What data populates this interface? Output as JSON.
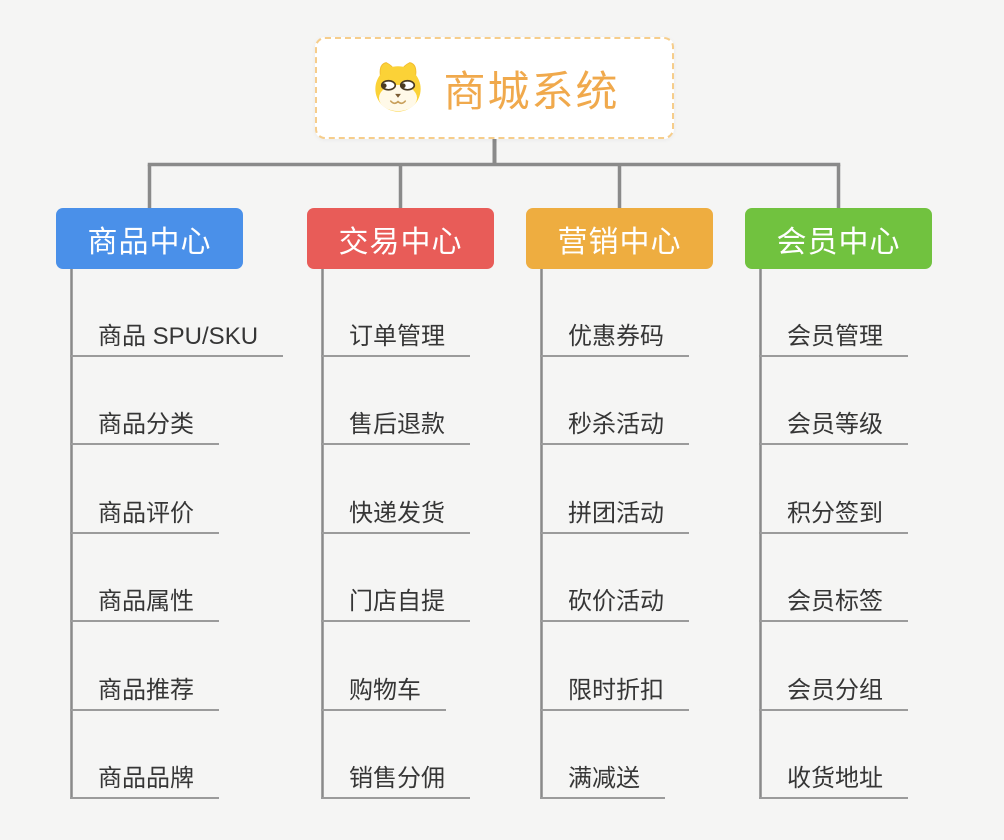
{
  "root": {
    "title": "商城系统",
    "icon": "dog-face-icon"
  },
  "branches": [
    {
      "label": "商品中心",
      "color": "#4A90E9",
      "items": [
        "商品 SPU/SKU",
        "商品分类",
        "商品评价",
        "商品属性",
        "商品推荐",
        "商品品牌"
      ]
    },
    {
      "label": "交易中心",
      "color": "#E85C58",
      "items": [
        "订单管理",
        "售后退款",
        "快递发货",
        "门店自提",
        "购物车",
        "销售分佣"
      ]
    },
    {
      "label": "营销中心",
      "color": "#EEAD40",
      "items": [
        "优惠券码",
        "秒杀活动",
        "拼团活动",
        "砍价活动",
        "限时折扣",
        "满减送"
      ]
    },
    {
      "label": "会员中心",
      "color": "#71C23F",
      "items": [
        "会员管理",
        "会员等级",
        "积分签到",
        "会员标签",
        "会员分组",
        "收货地址"
      ]
    }
  ],
  "colors": {
    "background": "#F5F5F4",
    "connector": "#8A8A8A",
    "underline": "#9B9B9B",
    "leaf_text": "#363636",
    "header_text": "#FFFFFF",
    "root_text": "#F0A94C",
    "root_border": "#F6CD8B"
  }
}
